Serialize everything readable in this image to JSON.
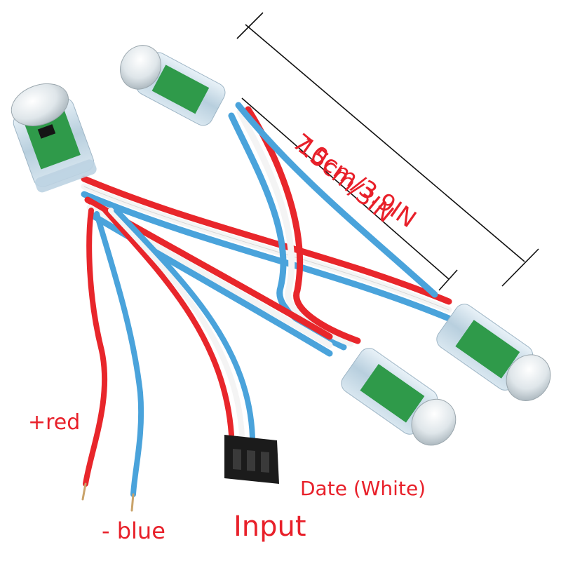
{
  "dimensions": {
    "long": "10cm/3.9IN",
    "short": "7.5cm/3IN"
  },
  "wires": {
    "positive": "+red",
    "negative": "- blue",
    "data": "Date (White)",
    "connector": "Input"
  },
  "colors": {
    "label_red": "#e8202a",
    "wire_red": "#e8262b",
    "wire_blue": "#4aa3db",
    "wire_white": "#f4f4f4",
    "pcb_green": "#2f9a4a",
    "sleeve": "#c9dde9"
  }
}
